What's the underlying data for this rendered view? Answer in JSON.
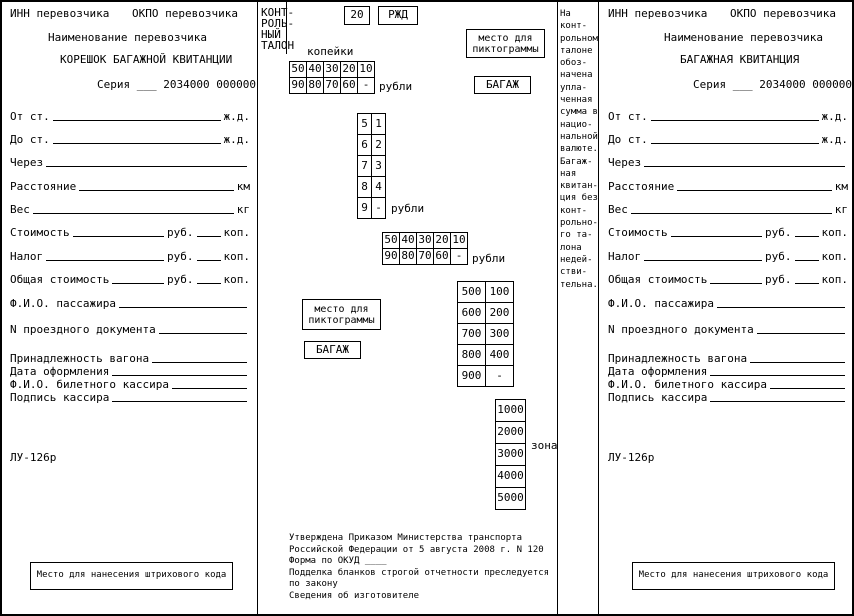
{
  "panels": {
    "stub": {
      "inn": "ИНН перевозчика",
      "okpo": "ОКПО перевозчика",
      "carrier": "Наименование перевозчика",
      "title": "КОРЕШОК БАГАЖНОЙ КВИТАНЦИИ",
      "series": "Серия ___ 2034000 000000"
    },
    "receipt": {
      "inn": "ИНН перевозчика",
      "okpo": "ОКПО перевозчика",
      "carrier": "Наименование перевозчика",
      "title": "БАГАЖНАЯ КВИТАНЦИЯ",
      "series": "Серия ___ 2034000 000000"
    }
  },
  "fields": {
    "from": "От ст.",
    "to": "До ст.",
    "via": "Через",
    "distance": "Расстояние",
    "weight": "Вес",
    "cost": "Стоимость",
    "tax": "Налог",
    "total": "Общая стоимость",
    "passenger": "Ф.И.О. пассажира",
    "document": "N проездного документа",
    "wagon": "Принадлежность вагона",
    "date": "Дата оформления",
    "cashier": "Ф.И.О. билетного кассира",
    "signature": "Подпись кассира"
  },
  "units": {
    "railway": "ж.д.",
    "km": "км",
    "kg": "кг",
    "rub": "руб.",
    "kop": "коп."
  },
  "form_code": "ЛУ-126р",
  "barcode_placeholder": "Место для нанесения штрихового кода",
  "coupon": {
    "title_lines": [
      "КОНТ-",
      "РОЛЬ-",
      "НЫЙ",
      "ТАЛОН"
    ],
    "box_20": "20",
    "box_rzd": "РЖД",
    "kopecks_label": "копейки",
    "rubles_label": "рубли",
    "zone_label": "зона",
    "pictogram_lines": [
      "место для",
      "пиктограммы"
    ],
    "baggage_label": "БАГАЖ",
    "grid_kopecks_top": [
      [
        "50",
        "40",
        "30",
        "20",
        "10"
      ],
      [
        "90",
        "80",
        "70",
        "60",
        "-"
      ]
    ],
    "grid_rubles_units": [
      [
        "5",
        "1"
      ],
      [
        "6",
        "2"
      ],
      [
        "7",
        "3"
      ],
      [
        "8",
        "4"
      ],
      [
        "9",
        "-"
      ]
    ],
    "grid_kopecks_bottom": [
      [
        "50",
        "40",
        "30",
        "20",
        "10"
      ],
      [
        "90",
        "80",
        "70",
        "60",
        "-"
      ]
    ],
    "grid_rubles_hundreds": [
      [
        "500",
        "100"
      ],
      [
        "600",
        "200"
      ],
      [
        "700",
        "300"
      ],
      [
        "800",
        "400"
      ],
      [
        "900",
        "-"
      ]
    ],
    "zone_values": [
      "1000",
      "2000",
      "3000",
      "4000",
      "5000"
    ],
    "footer_lines": [
      "Утверждена Приказом Министерства транспорта",
      "Российской Федерации от 5 августа 2008 г. N 120",
      "Форма по ОКУД ____",
      "Подделка бланков строгой отчетности преследуется",
      "по закону",
      "Сведения об изготовителе"
    ]
  },
  "side_note_lines": [
    "На",
    "конт-",
    "рольном",
    "талоне",
    "обоз-",
    "начена",
    "упла-",
    "ченная",
    "сумма в",
    "нацио-",
    "нальной",
    "валюте.",
    "Багаж-",
    "ная",
    "квитан-",
    "ция без",
    "конт-",
    "рольно-",
    "го та-",
    "лона",
    "недей-",
    "стви-",
    "тельна."
  ]
}
